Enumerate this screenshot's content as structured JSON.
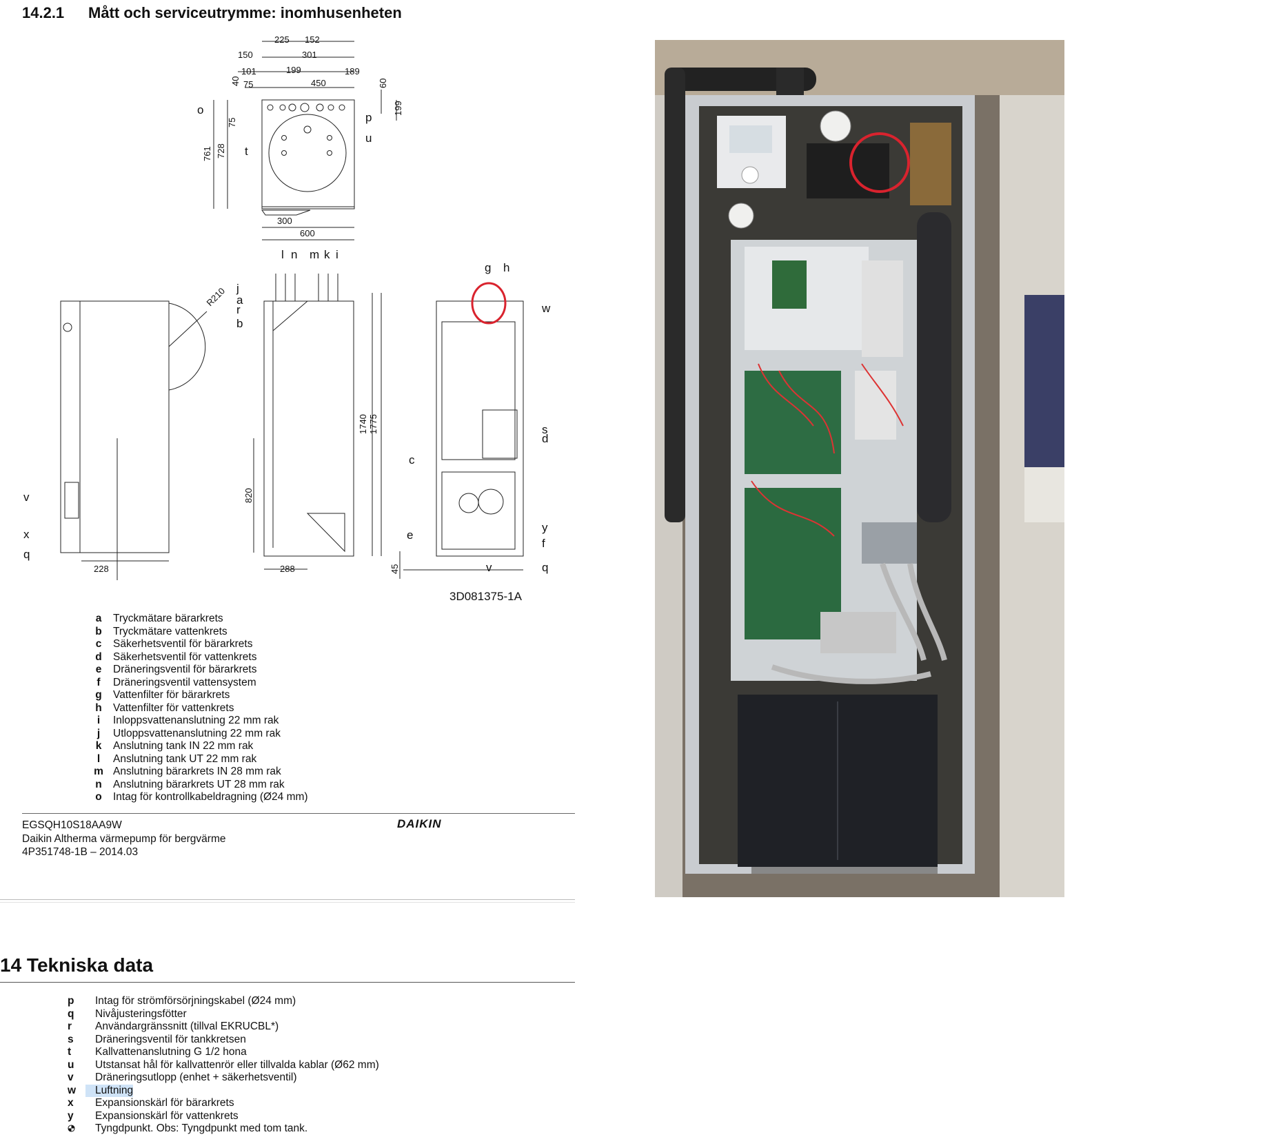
{
  "header": {
    "number": "14.2.1",
    "title": "Mått och serviceutrymme: inomhusenheten"
  },
  "drawing": {
    "top_dims": [
      "225",
      "152",
      "150",
      "301",
      "101",
      "199",
      "189",
      "75",
      "450",
      "40",
      "60",
      "199",
      "75",
      "761",
      "728",
      "300",
      "600"
    ],
    "letters": {
      "o": "o",
      "t": "t",
      "p": "p",
      "u": "u",
      "l": "l",
      "n": "n",
      "m": "m",
      "k": "k",
      "i": "i",
      "j": "j",
      "a": "a",
      "r": "r",
      "b": "b",
      "g": "g",
      "h": "h",
      "w": "w",
      "s": "s",
      "d": "d",
      "c": "c",
      "e": "e",
      "f": "f",
      "y": "y",
      "v": "v",
      "q": "q",
      "x": "x"
    },
    "side_dims": {
      "r210": "R210",
      "d1740": "1740",
      "d1775": "1775",
      "d820": "820",
      "d228": "228",
      "d288": "288",
      "d45": "45"
    },
    "code": "3D081375-1A"
  },
  "legend1": [
    {
      "key": "a",
      "text": "Tryckmätare bärarkrets"
    },
    {
      "key": "b",
      "text": "Tryckmätare vattenkrets"
    },
    {
      "key": "c",
      "text": "Säkerhetsventil för bärarkrets"
    },
    {
      "key": "d",
      "text": "Säkerhetsventil för vattenkrets"
    },
    {
      "key": "e",
      "text": "Dräneringsventil för bärarkrets"
    },
    {
      "key": "f",
      "text": "Dräneringsventil vattensystem"
    },
    {
      "key": "g",
      "text": "Vattenfilter för bärarkrets"
    },
    {
      "key": "h",
      "text": "Vattenfilter för vattenkrets"
    },
    {
      "key": "i",
      "text": "Inloppsvattenanslutning 22 mm rak"
    },
    {
      "key": "j",
      "text": "Utloppsvattenanslutning 22 mm rak"
    },
    {
      "key": "k",
      "text": "Anslutning tank IN 22 mm rak"
    },
    {
      "key": "l",
      "text": "Anslutning tank UT 22 mm rak"
    },
    {
      "key": "m",
      "text": "Anslutning bärarkrets IN 28 mm rak"
    },
    {
      "key": "n",
      "text": "Anslutning bärarkrets UT 28 mm rak"
    },
    {
      "key": "o",
      "text": "Intag för kontrollkabeldragning (Ø24 mm)"
    }
  ],
  "footer": {
    "model": "EGSQH10S18AA9W",
    "product": "Daikin Altherma värmepump för bergvärme",
    "docno": "4P351748-1B – 2014.03",
    "brand": "DAIKIN"
  },
  "chapter": {
    "title": "14 Tekniska data"
  },
  "legend2": [
    {
      "key": "p",
      "text": "Intag för strömförsörjningskabel (Ø24 mm)"
    },
    {
      "key": "q",
      "text": "Nivåjusteringsfötter"
    },
    {
      "key": "r",
      "text": "Användargränssnitt (tillval EKRUCBL*)"
    },
    {
      "key": "s",
      "text": "Dräneringsventil för tankkretsen"
    },
    {
      "key": "t",
      "text": "Kallvattenanslutning G 1/2 hona"
    },
    {
      "key": "u",
      "text": "Utstansat hål för kallvattenrör eller tillvalda kablar (Ø62 mm)"
    },
    {
      "key": "v",
      "text": "Dräneringsutlopp (enhet + säkerhetsventil)"
    },
    {
      "key": "w",
      "text": "Luftning"
    },
    {
      "key": "x",
      "text": "Expansionskärl för bärarkrets"
    },
    {
      "key": "y",
      "text": "Expansionskärl för vattenkrets"
    },
    {
      "key": "cg",
      "text": "Tyngdpunkt. Obs: Tyngdpunkt med tom tank."
    }
  ],
  "colors": {
    "annotation": "#d9232e",
    "highlight": "#cfe3f7"
  }
}
